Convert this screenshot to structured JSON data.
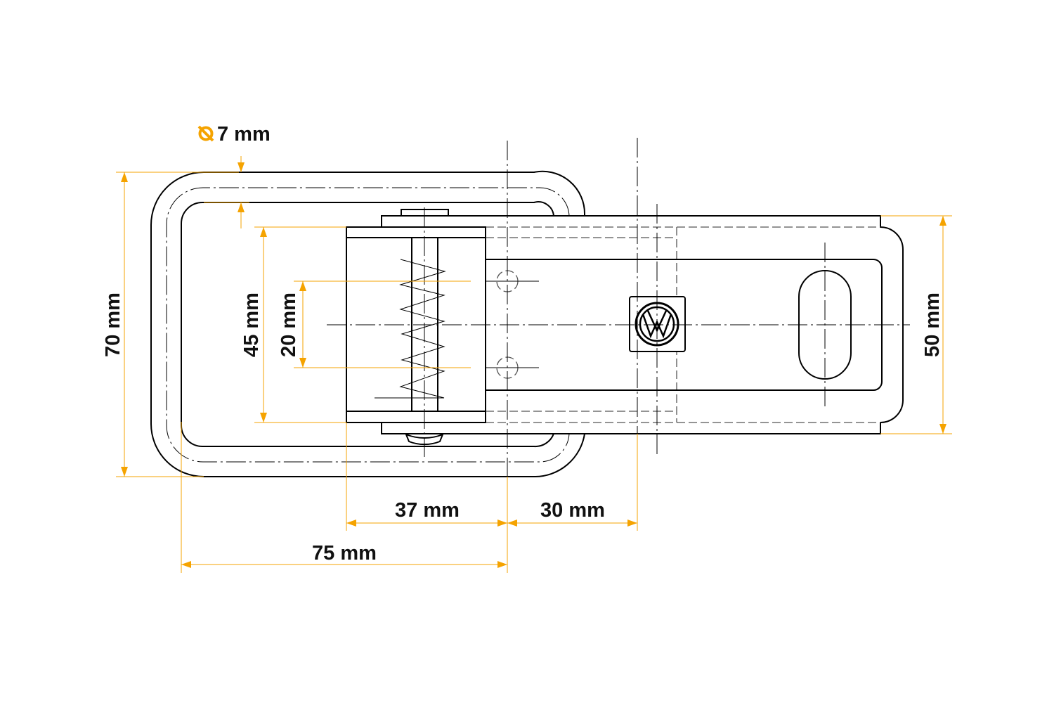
{
  "dimensions": {
    "hole_diameter": "7 mm",
    "overall_height": "70 mm",
    "buckle_height": "45 mm",
    "hole_spacing": "20 mm",
    "plate_height": "50 mm",
    "buckle_width": "37 mm",
    "offset": "30 mm",
    "overall_length": "75 mm"
  },
  "colors": {
    "dimension": "#f5a300",
    "line": "#000000"
  },
  "icons": {
    "diameter": "diameter-symbol",
    "logo": "vw-logo"
  }
}
